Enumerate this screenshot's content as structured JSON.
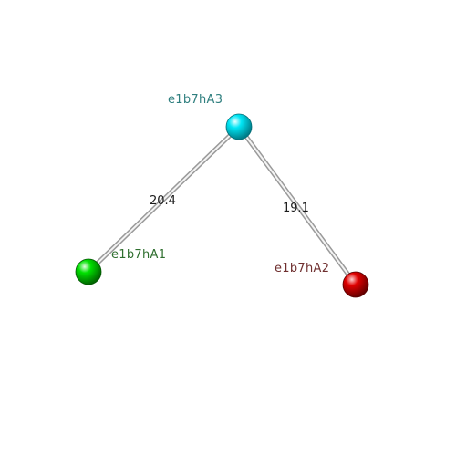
{
  "nodes": [
    {
      "id": "e1b7hA3",
      "label": "e1b7hA3",
      "color": "#00e0f0",
      "label_color": "#2f7f7f"
    },
    {
      "id": "e1b7hA1",
      "label": "e1b7hA1",
      "color": "#00dd00",
      "label_color": "#2f6f2f"
    },
    {
      "id": "e1b7hA2",
      "label": "e1b7hA2",
      "color": "#dd0000",
      "label_color": "#6f2f2f"
    }
  ],
  "edges": [
    {
      "from": "e1b7hA3",
      "to": "e1b7hA1",
      "label": "20.4"
    },
    {
      "from": "e1b7hA3",
      "to": "e1b7hA2",
      "label": "19.1"
    }
  ]
}
